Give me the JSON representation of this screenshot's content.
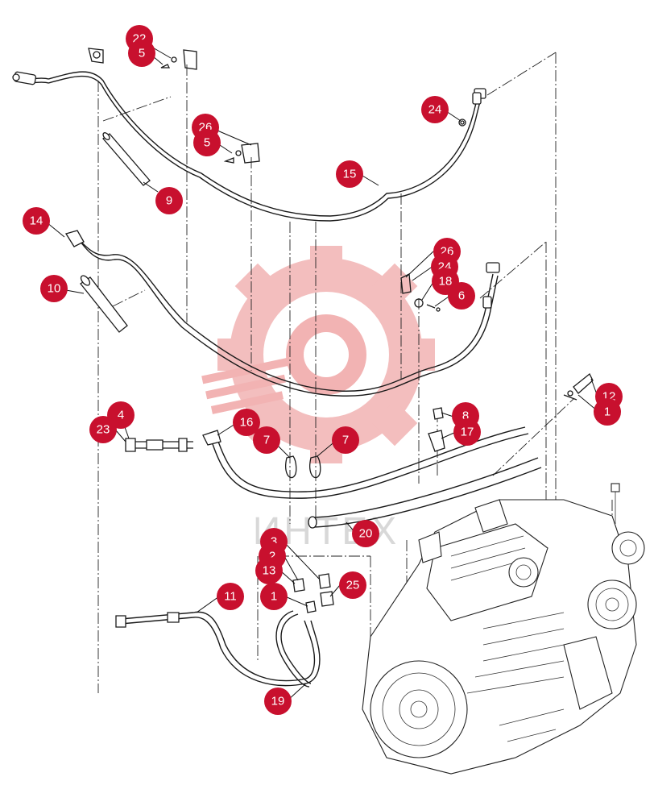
{
  "watermark": {
    "text": "ИНТЕХ",
    "gear_color": "#f2b3b3",
    "text_color": "#d8d8d8"
  },
  "callout_color": "#c8102e",
  "callouts": [
    {
      "id": "22",
      "label": "22"
    },
    {
      "id": "5a",
      "label": "5"
    },
    {
      "id": "26a",
      "label": "26"
    },
    {
      "id": "5b",
      "label": "5"
    },
    {
      "id": "24a",
      "label": "24"
    },
    {
      "id": "15",
      "label": "15"
    },
    {
      "id": "9",
      "label": "9"
    },
    {
      "id": "14",
      "label": "14"
    },
    {
      "id": "10",
      "label": "10"
    },
    {
      "id": "26b",
      "label": "26"
    },
    {
      "id": "24b",
      "label": "24"
    },
    {
      "id": "18",
      "label": "18"
    },
    {
      "id": "6",
      "label": "6"
    },
    {
      "id": "12",
      "label": "12"
    },
    {
      "id": "1a",
      "label": "1"
    },
    {
      "id": "8",
      "label": "8"
    },
    {
      "id": "17",
      "label": "17"
    },
    {
      "id": "4",
      "label": "4"
    },
    {
      "id": "23",
      "label": "23"
    },
    {
      "id": "16",
      "label": "16"
    },
    {
      "id": "7a",
      "label": "7"
    },
    {
      "id": "7b",
      "label": "7"
    },
    {
      "id": "20",
      "label": "20"
    },
    {
      "id": "3",
      "label": "3"
    },
    {
      "id": "2",
      "label": "2"
    },
    {
      "id": "13",
      "label": "13"
    },
    {
      "id": "25",
      "label": "25"
    },
    {
      "id": "1b",
      "label": "1"
    },
    {
      "id": "11",
      "label": "11"
    },
    {
      "id": "19",
      "label": "19"
    }
  ]
}
